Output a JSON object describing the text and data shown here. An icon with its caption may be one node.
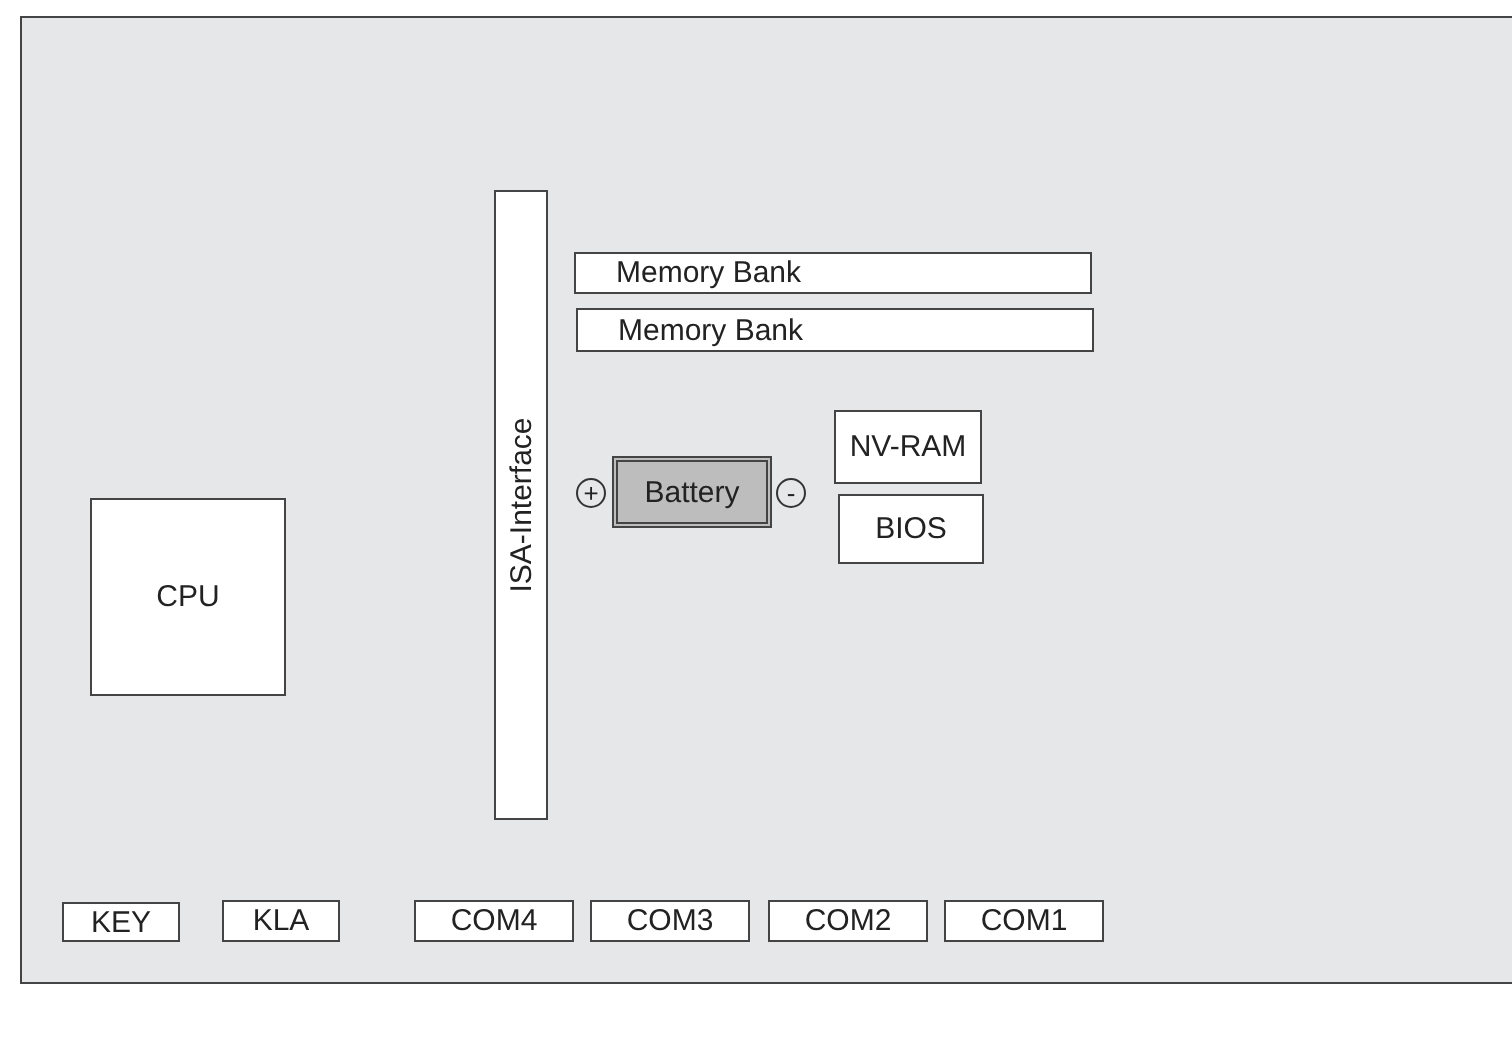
{
  "diagram": {
    "nodes": [
      {
        "text": [],
        "shape": "box"
      },
      {
        "text": [
          "ISA-Interface"
        ],
        "in": 0
      },
      {
        "text": [
          "Memory Bank"
        ],
        "in": 0
      },
      {
        "text": [
          "Memory Bank"
        ],
        "in": 0
      },
      {
        "text": [
          "NV-RAM"
        ],
        "in": 0
      },
      {
        "text": [
          "Battery"
        ],
        "in": 0
      },
      {
        "text": [
          "BIOS"
        ],
        "in": 0
      },
      {
        "text": [
          "CPU"
        ],
        "in": 0
      },
      {
        "text": [
          "KEY"
        ],
        "in": 0
      },
      {
        "text": [
          "KLA"
        ],
        "in": 0
      },
      {
        "text": [
          "COM4"
        ],
        "in": 0
      },
      {
        "text": [
          "COM3"
        ],
        "in": 0
      },
      {
        "text": [
          "COM2"
        ],
        "in": 0
      },
      {
        "text": [
          "COM1"
        ],
        "in": 0
      }
    ],
    "labels": [
      "+",
      "-"
    ]
  }
}
